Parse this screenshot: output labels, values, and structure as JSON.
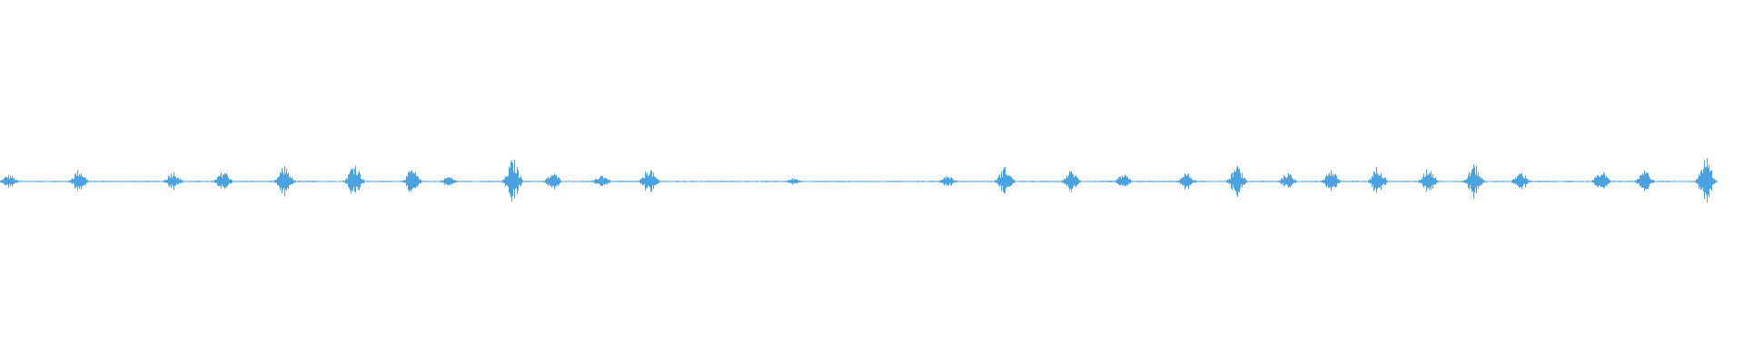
{
  "waveform": {
    "color": "#4aa3e0",
    "bursts": [
      {
        "t": 0.005,
        "amp": 0.02
      },
      {
        "t": 0.045,
        "amp": 0.035
      },
      {
        "t": 0.099,
        "amp": 0.03
      },
      {
        "t": 0.128,
        "amp": 0.032
      },
      {
        "t": 0.163,
        "amp": 0.045
      },
      {
        "t": 0.203,
        "amp": 0.055
      },
      {
        "t": 0.236,
        "amp": 0.035
      },
      {
        "t": 0.257,
        "amp": 0.015
      },
      {
        "t": 0.294,
        "amp": 0.065
      },
      {
        "t": 0.317,
        "amp": 0.025
      },
      {
        "t": 0.345,
        "amp": 0.02
      },
      {
        "t": 0.372,
        "amp": 0.04
      },
      {
        "t": 0.455,
        "amp": 0.01
      },
      {
        "t": 0.543,
        "amp": 0.02
      },
      {
        "t": 0.576,
        "amp": 0.042
      },
      {
        "t": 0.614,
        "amp": 0.032
      },
      {
        "t": 0.644,
        "amp": 0.02
      },
      {
        "t": 0.68,
        "amp": 0.025
      },
      {
        "t": 0.709,
        "amp": 0.045
      },
      {
        "t": 0.738,
        "amp": 0.025
      },
      {
        "t": 0.763,
        "amp": 0.035
      },
      {
        "t": 0.79,
        "amp": 0.045
      },
      {
        "t": 0.819,
        "amp": 0.04
      },
      {
        "t": 0.845,
        "amp": 0.05
      },
      {
        "t": 0.872,
        "amp": 0.028
      },
      {
        "t": 0.918,
        "amp": 0.03
      },
      {
        "t": 0.943,
        "amp": 0.032
      },
      {
        "t": 0.978,
        "amp": 0.07
      }
    ]
  }
}
